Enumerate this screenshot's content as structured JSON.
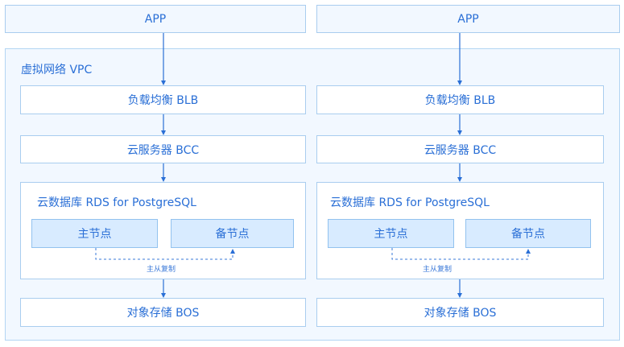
{
  "columns": [
    {
      "app": "APP",
      "blb": "负载均衡 BLB",
      "bcc": "云服务器 BCC",
      "rds_title": "云数据库 RDS for PostgreSQL",
      "primary": "主节点",
      "standby": "备节点",
      "replication": "主从复制",
      "bos": "对象存储 BOS"
    },
    {
      "app": "APP",
      "blb": "负载均衡 BLB",
      "bcc": "云服务器 BCC",
      "rds_title": "云数据库 RDS for PostgreSQL",
      "primary": "主节点",
      "standby": "备节点",
      "replication": "主从复制",
      "bos": "对象存储 BOS"
    }
  ],
  "vpc_label": "虚拟网络 VPC",
  "colors": {
    "accent": "#2a6fd6",
    "border": "#a9cdef",
    "fill": "#f2f8ff",
    "node_fill": "#d8ebff"
  }
}
